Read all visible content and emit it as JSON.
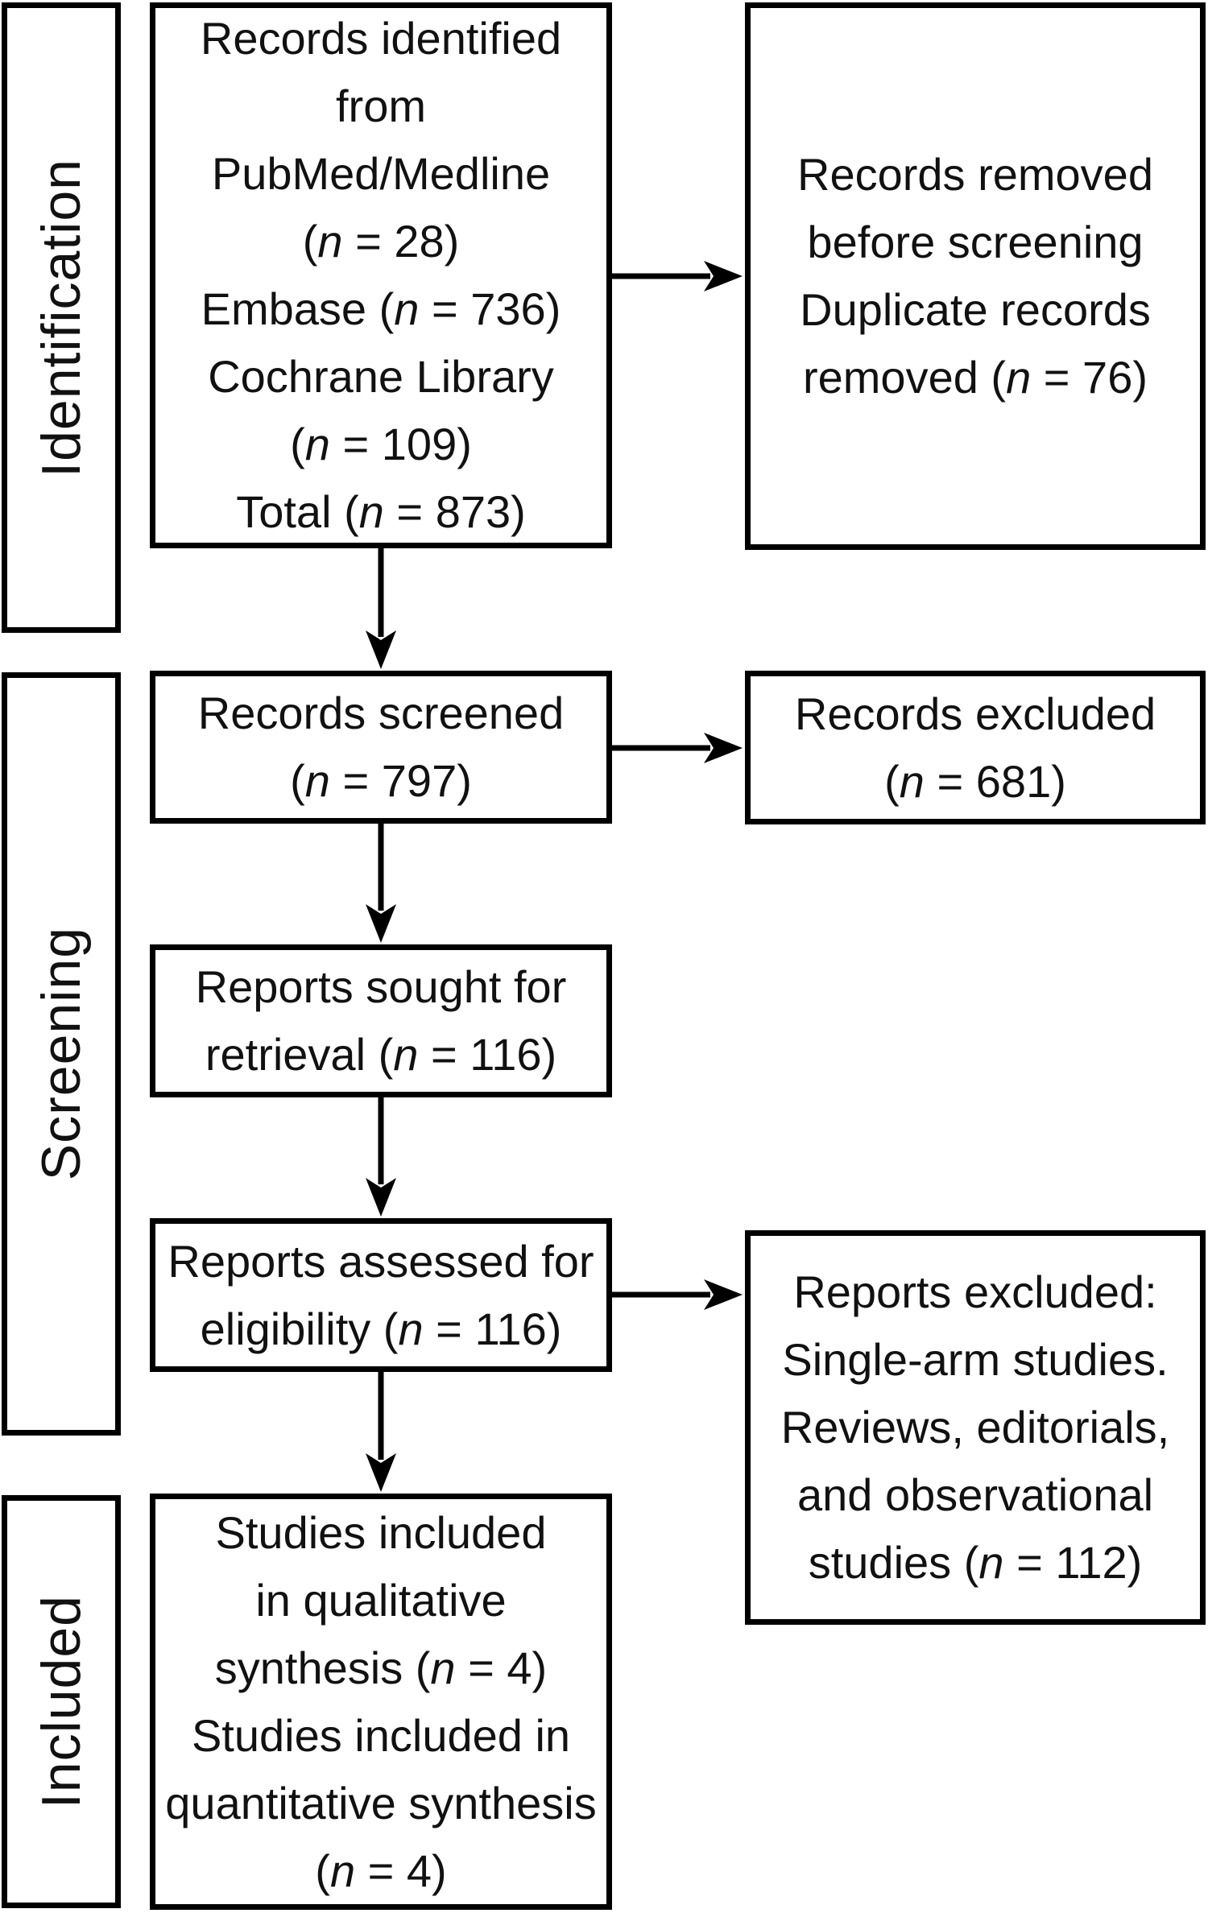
{
  "diagram": {
    "title_hint": "Study selection flow diagram (PRISMA)",
    "colors": {
      "line": "#000000",
      "background": "#ffffff",
      "text": "#111111"
    },
    "stages": [
      {
        "label": "Identification"
      },
      {
        "label": "Screening"
      },
      {
        "label": "Included"
      }
    ],
    "boxes": {
      "identified": {
        "lines": [
          "Records identified",
          "from",
          "PubMed/Medline",
          "(n = 28)",
          "Embase (n = 736)",
          "Cochrane Library",
          "(n = 109)",
          "Total (n = 873)"
        ]
      },
      "removed": {
        "lines": [
          "Records removed",
          "before screening",
          "Duplicate records",
          "removed (n = 76)"
        ]
      },
      "screened": {
        "lines": [
          "Records screened",
          "(n = 797)"
        ]
      },
      "records_excluded": {
        "lines": [
          "Records excluded",
          "(n = 681)"
        ]
      },
      "sought": {
        "lines": [
          "Reports sought for",
          "retrieval (n = 116)"
        ]
      },
      "assessed": {
        "lines": [
          "Reports assessed for",
          "eligibility (n = 116)"
        ]
      },
      "reports_excluded": {
        "lines": [
          "Reports excluded:",
          "Single-arm studies.",
          "Reviews, editorials,",
          "and observational",
          "studies (n = 112)"
        ]
      },
      "included_studies": {
        "lines": [
          "Studies included",
          "in qualitative",
          "synthesis (n = 4)",
          "Studies included in",
          "quantitative synthesis",
          "(n = 4)"
        ]
      }
    }
  }
}
